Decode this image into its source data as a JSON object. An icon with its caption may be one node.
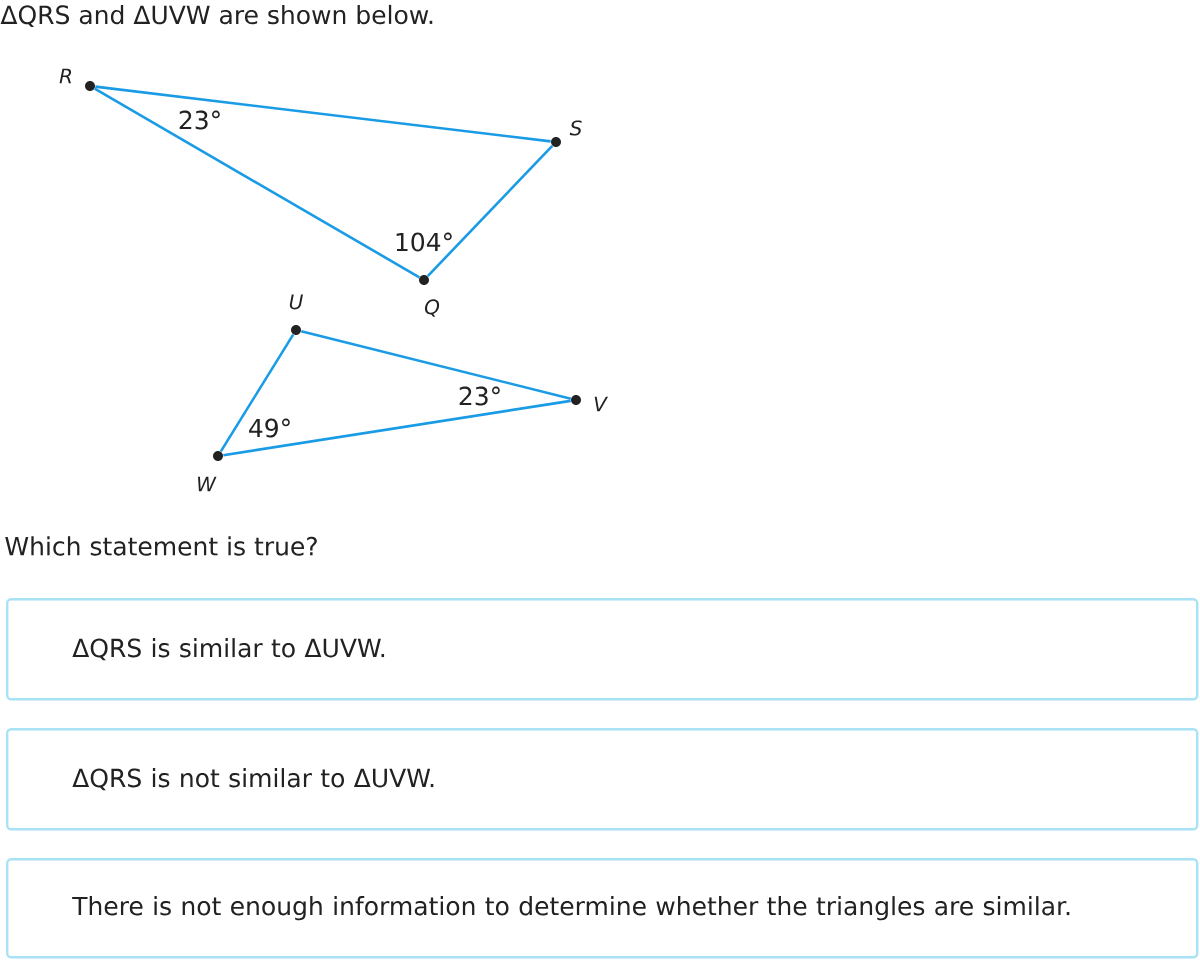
{
  "diagram": {
    "title": "ΔQRS and ΔUVW are shown below.",
    "nodes": [
      {
        "text": [],
        "shape": "circle",
        "beside": [
          "R"
        ]
      },
      {
        "text": [],
        "shape": "circle",
        "beside": [
          "S"
        ]
      },
      {
        "text": [],
        "shape": "circle",
        "beside": [
          "Q"
        ]
      },
      {
        "text": [],
        "shape": "circle",
        "beside": [
          "U"
        ]
      },
      {
        "text": [],
        "shape": "circle",
        "beside": [
          "V"
        ]
      },
      {
        "text": [],
        "shape": "circle",
        "beside": [
          "W"
        ]
      },
      {
        "text": [
          "ΔQRS is similar to ΔUVW."
        ]
      },
      {
        "text": [
          "ΔQRS is not similar to ΔUVW."
        ]
      },
      {
        "text": [
          "There is not enough information to determine whether the triangles are similar."
        ]
      }
    ],
    "edges": [
      {
        "from": 0,
        "to": 1,
        "arrow": "none"
      },
      {
        "from": 1,
        "to": 2,
        "arrow": "none"
      },
      {
        "from": 2,
        "to": 0,
        "arrow": "none"
      },
      {
        "from": 3,
        "to": 4,
        "arrow": "none"
      },
      {
        "from": 4,
        "to": 5,
        "arrow": "none"
      },
      {
        "from": 5,
        "to": 3,
        "arrow": "none"
      }
    ],
    "labels": [
      "23°",
      "104°",
      "23°",
      "49°",
      "Which statement is true?"
    ]
  }
}
